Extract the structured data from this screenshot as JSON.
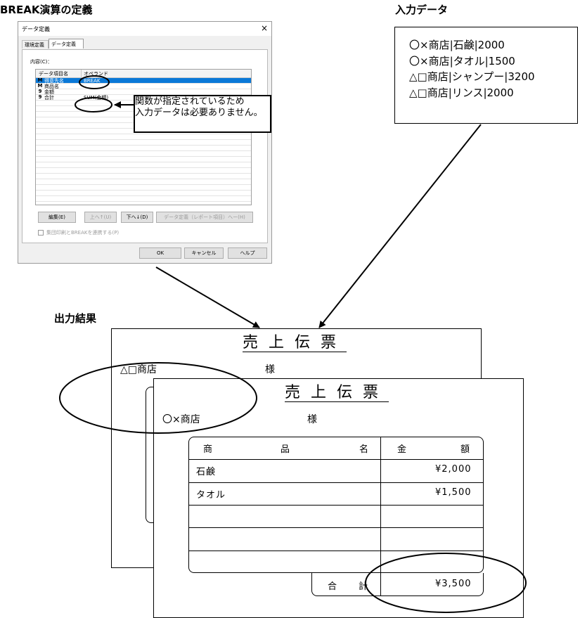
{
  "labels": {
    "definition_title": "BREAK演算の定義",
    "input_title": "入力データ",
    "output_title": "出力結果"
  },
  "dialog": {
    "title": "データ定義",
    "close_glyph": "×",
    "tabs": [
      "環境定義",
      "データ定義"
    ],
    "contents_label": "内容(C)：",
    "columns": [
      "データ項目名",
      "オペランド"
    ],
    "rows": [
      {
        "icon": "M",
        "name": "得意先名",
        "operand": "BREAK",
        "selected": true
      },
      {
        "icon": "M",
        "name": "商品名",
        "operand": "",
        "selected": false
      },
      {
        "icon": "9",
        "name": "金額",
        "operand": "",
        "selected": false
      },
      {
        "icon": "9",
        "name": "合計",
        "operand": "SUM(金額)",
        "selected": false
      }
    ],
    "buttons": {
      "edit": "編集(E)",
      "up": "上へ↑(U)",
      "down": "下へ↓(D)",
      "define": "データ定義（レポート項目）へー(H)",
      "ok": "OK",
      "cancel": "キャンセル",
      "help": "ヘルプ"
    },
    "checkbox_label": "集団印刷とBREAKを連携する(P)"
  },
  "callout": {
    "line1": "関数が指定されているため",
    "line2": "入力データは必要ありません。"
  },
  "input_data": [
    "〇×商店|石鹸|2000",
    "〇×商店|タオル|1500",
    "△□商店|シャンプー|3200",
    "△□商店|リンス|2000"
  ],
  "back_slip": {
    "title": "売上伝票",
    "customer": "△□商店",
    "honorific": "様"
  },
  "front_slip": {
    "title": "売上伝票",
    "customer": "〇×商店",
    "honorific": "様",
    "headers": {
      "product_1": "商",
      "product_2": "品",
      "product_3": "名",
      "amount_1": "金",
      "amount_2": "額"
    },
    "rows": [
      {
        "product": "石鹸",
        "amount": "¥2,000"
      },
      {
        "product": "タオル",
        "amount": "¥1,500"
      },
      {
        "product": "",
        "amount": ""
      },
      {
        "product": "",
        "amount": ""
      },
      {
        "product": "",
        "amount": ""
      }
    ],
    "total_label_1": "合",
    "total_label_2": "計",
    "total_amount": "¥3,500"
  }
}
